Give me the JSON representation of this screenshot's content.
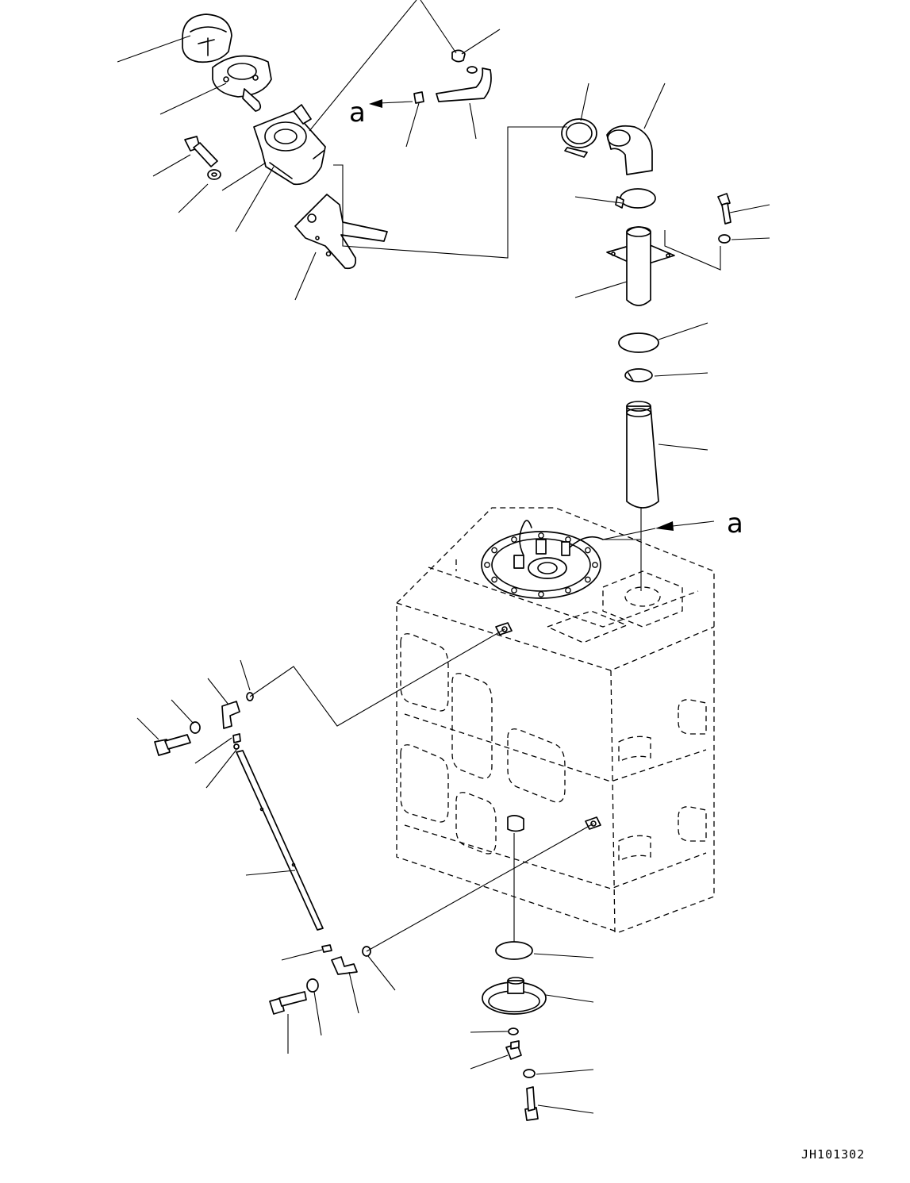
{
  "diagram": {
    "view_markers": [
      {
        "id": "upper",
        "label": "a"
      },
      {
        "id": "lower",
        "label": "a"
      }
    ],
    "drawing_code": "JH101302"
  }
}
